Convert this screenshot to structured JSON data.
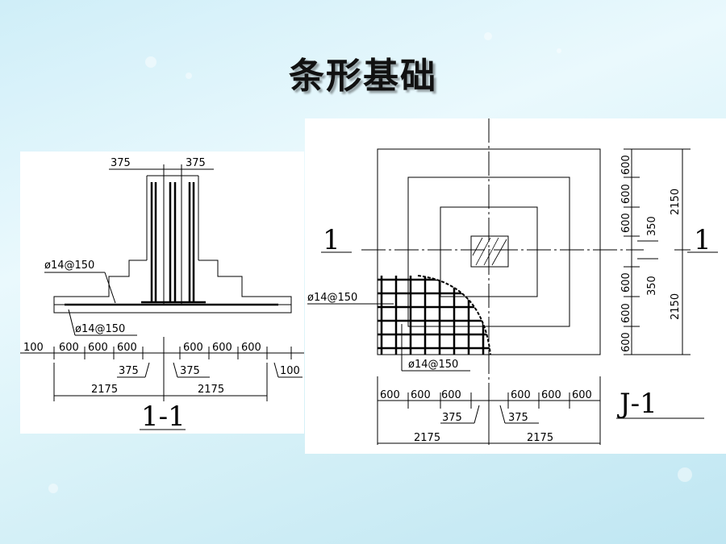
{
  "slide": {
    "title": "条形基础"
  },
  "left_drawing": {
    "section_label": "1-1",
    "top_dims": [
      "375",
      "375"
    ],
    "bar_label_upper": "ø14@150",
    "bar_label_lower": "ø14@150",
    "edge_left": "100",
    "edge_right": "100",
    "steps_left": [
      "600",
      "600",
      "600"
    ],
    "steps_right": [
      "600",
      "600",
      "600"
    ],
    "col_dim_left": "375",
    "col_dim_right": "375",
    "total_left": "2175",
    "total_right": "2175"
  },
  "right_drawing": {
    "plan_label": "J-1",
    "section_mark_left": "1",
    "section_mark_right": "1",
    "bar_label_upper": "ø14@150",
    "bar_label_lower": "ø14@150",
    "side_steps_upper": [
      "600",
      "600",
      "600"
    ],
    "side_col_upper": "350",
    "side_total_upper": "2150",
    "side_steps_lower": [
      "600",
      "600",
      "600"
    ],
    "side_col_lower": "350",
    "side_total_lower": "2150",
    "bottom_steps_left": [
      "600",
      "600",
      "600"
    ],
    "bottom_steps_right": [
      "600",
      "600",
      "600"
    ],
    "bottom_col_left": "375",
    "bottom_col_right": "375",
    "bottom_total_left": "2175",
    "bottom_total_right": "2175"
  }
}
